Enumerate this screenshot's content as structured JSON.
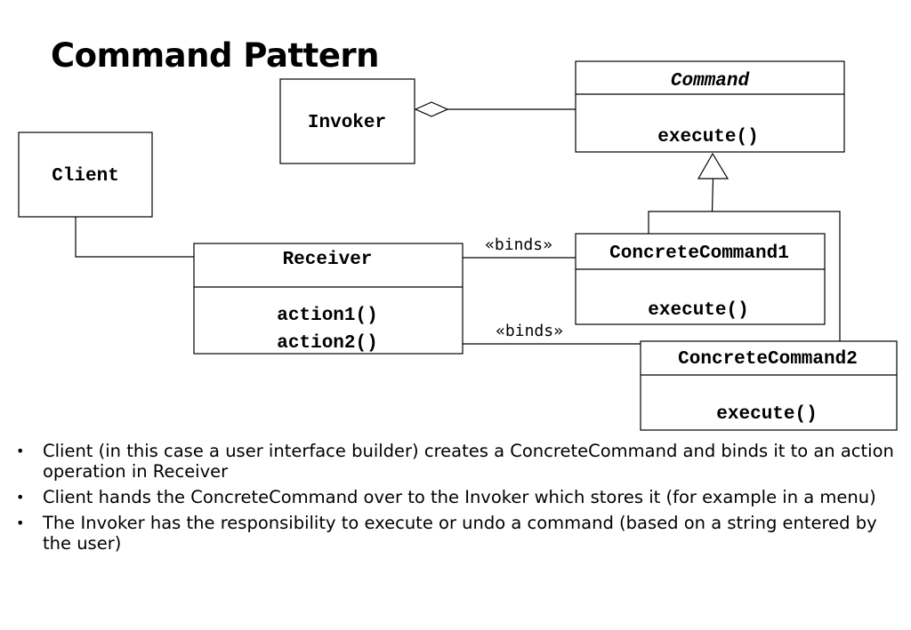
{
  "title": "Command Pattern",
  "classes": {
    "command": {
      "name": "Command",
      "method": "execute()"
    },
    "invoker": {
      "name": "Invoker"
    },
    "client": {
      "name": "Client"
    },
    "receiver": {
      "name": "Receiver",
      "methods": [
        "action1()",
        "action2()"
      ]
    },
    "concrete1": {
      "name": "ConcreteCommand1",
      "method": "execute()"
    },
    "concrete2": {
      "name": "ConcreteCommand2",
      "method": "execute()"
    }
  },
  "relations": {
    "binds1": "«binds»",
    "binds2": "«binds»"
  },
  "bullets": [
    {
      "marker": "•",
      "text": "Client (in this case a user interface builder) creates a ConcreteCommand and binds it to an action operation in Receiver"
    },
    {
      "marker": "•",
      "text": "Client hands the ConcreteCommand over to the Invoker which stores it (for example in a menu)"
    },
    {
      "marker": "•",
      "text": "The Invoker has the responsibility to execute or undo a command (based on a string entered by the user)"
    }
  ]
}
